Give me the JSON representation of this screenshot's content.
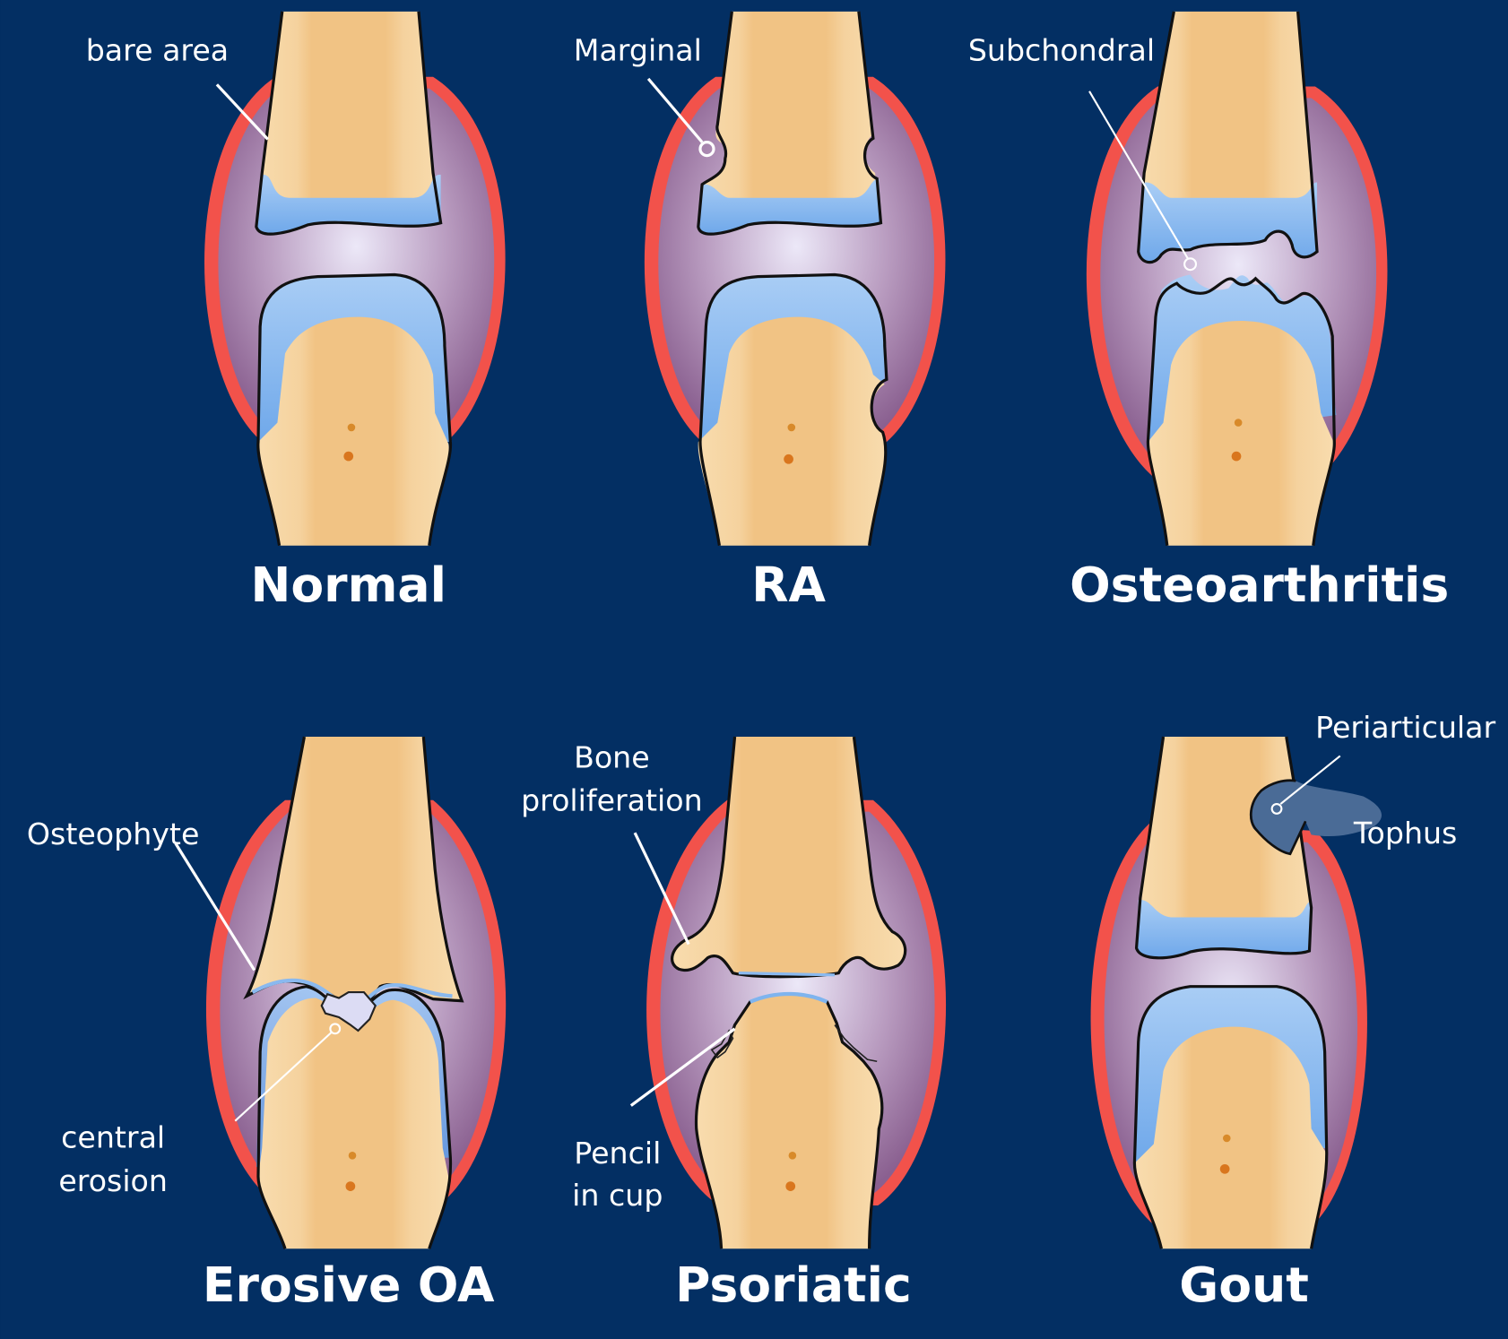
{
  "figure": {
    "background": "#032f63",
    "colors": {
      "capsule": "#f2524b",
      "synovium_inner": "#e6e2f4",
      "synovium_outer": "#8e6a95",
      "bone": "#f3c98c",
      "bone_cortex": "#f8dcae",
      "cartilage": "#7fb4ee",
      "tophus": "#4a6b96"
    }
  },
  "panels": [
    {
      "id": "normal",
      "title": "Normal",
      "labels": [
        "bare area"
      ]
    },
    {
      "id": "ra",
      "title": "RA",
      "labels": [
        "Marginal"
      ]
    },
    {
      "id": "oa",
      "title": "Osteoarthritis",
      "labels": [
        "Subchondral"
      ]
    },
    {
      "id": "erosive-oa",
      "title": "Erosive OA",
      "labels": [
        "Osteophyte",
        "central",
        "erosion"
      ]
    },
    {
      "id": "psoriatic",
      "title": "Psoriatic",
      "labels": [
        "Bone",
        "proliferation",
        "Pencil",
        "in cup"
      ]
    },
    {
      "id": "gout",
      "title": "Gout",
      "labels": [
        "Periarticular",
        "Tophus"
      ]
    }
  ]
}
